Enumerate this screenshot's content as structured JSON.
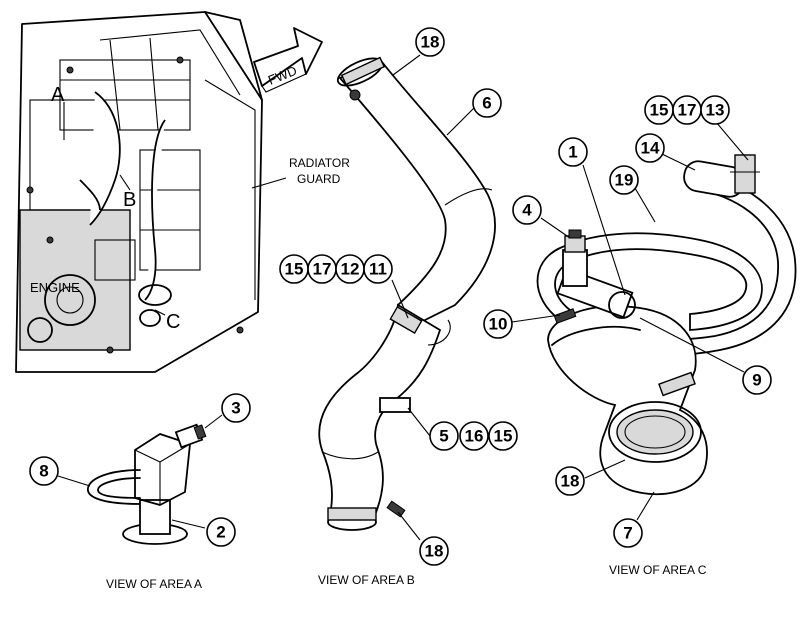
{
  "labels": {
    "fwd": "FWD",
    "radiator_guard_line1": "RADIATOR",
    "radiator_guard_line2": "GUARD",
    "engine": "ENGINE",
    "area_a": "A",
    "area_b": "B",
    "area_c": "C",
    "view_a": "VIEW OF AREA A",
    "view_b": "VIEW OF AREA B",
    "view_c": "VIEW OF AREA C"
  },
  "callouts": {
    "a_3": "3",
    "a_8": "8",
    "a_2": "2",
    "b_18_top": "18",
    "b_6": "6",
    "b_15": "15",
    "b_17": "17",
    "b_12": "12",
    "b_11": "11",
    "b_5": "5",
    "b_16": "16",
    "b_15b": "15",
    "b_18_bot": "18",
    "c_15": "15",
    "c_17": "17",
    "c_13": "13",
    "c_14": "14",
    "c_1": "1",
    "c_19": "19",
    "c_4": "4",
    "c_10": "10",
    "c_9": "9",
    "c_18": "18",
    "c_7": "7"
  }
}
